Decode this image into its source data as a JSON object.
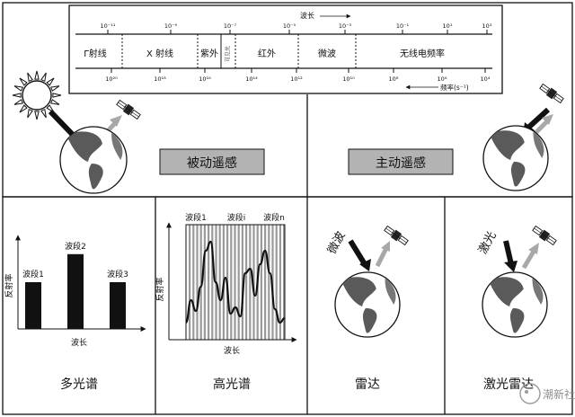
{
  "spectrum": {
    "wavelength_label": "波长",
    "frequency_label": "频率(s⁻¹)",
    "top_ticks": [
      "10⁻¹¹",
      "10⁻⁹",
      "10⁻⁷",
      "10⁻⁵",
      "10⁻³",
      "10⁻¹",
      "10¹",
      "10³"
    ],
    "bottom_ticks": [
      "10²⁰",
      "10¹⁸",
      "10¹⁶",
      "10¹⁴",
      "10¹²",
      "10¹⁰",
      "10⁸",
      "10⁶",
      "10⁴"
    ],
    "bands": [
      "Γ射线",
      "X 射线",
      "紫外",
      "可见光",
      "红外",
      "微波",
      "无线电频率"
    ]
  },
  "labels": {
    "passive": "被动遥感",
    "active": "主动遥感",
    "multispectral": "多光谱",
    "hyperspectral": "高光谱",
    "radar": "雷达",
    "lidar": "激光雷达",
    "microwave": "微波",
    "laser": "激光",
    "watermark": "潮新社"
  },
  "multispectral_chart": {
    "type": "bar",
    "categories": [
      "波段1",
      "波段2",
      "波段3"
    ],
    "values": [
      0.5,
      0.8,
      0.5
    ],
    "ylim": [
      0,
      1
    ],
    "ylabel": "反射率",
    "xlabel": "波长"
  },
  "hyperspectral_chart": {
    "type": "line",
    "band_labels": [
      "波段1",
      "波段i",
      "波段n"
    ],
    "ylabel": "反射率",
    "xlabel": "波长",
    "x": [
      0,
      0.05,
      0.1,
      0.15,
      0.2,
      0.25,
      0.3,
      0.35,
      0.4,
      0.45,
      0.5,
      0.55,
      0.6,
      0.65,
      0.7,
      0.75,
      0.8,
      0.85,
      0.9,
      0.95,
      1.0
    ],
    "y": [
      0.05,
      0.3,
      0.18,
      0.45,
      0.85,
      0.95,
      0.5,
      0.3,
      0.55,
      0.15,
      0.22,
      0.12,
      0.6,
      0.65,
      0.35,
      0.7,
      0.85,
      0.6,
      0.2,
      0.05,
      0.1
    ],
    "ylim": [
      0,
      1
    ]
  },
  "colors": {
    "label_box": "#b3b3b3",
    "arrow_dark": "#111111",
    "arrow_light": "#a8a8a8",
    "stripe": "#9a9a9a",
    "bar": "#111111"
  }
}
